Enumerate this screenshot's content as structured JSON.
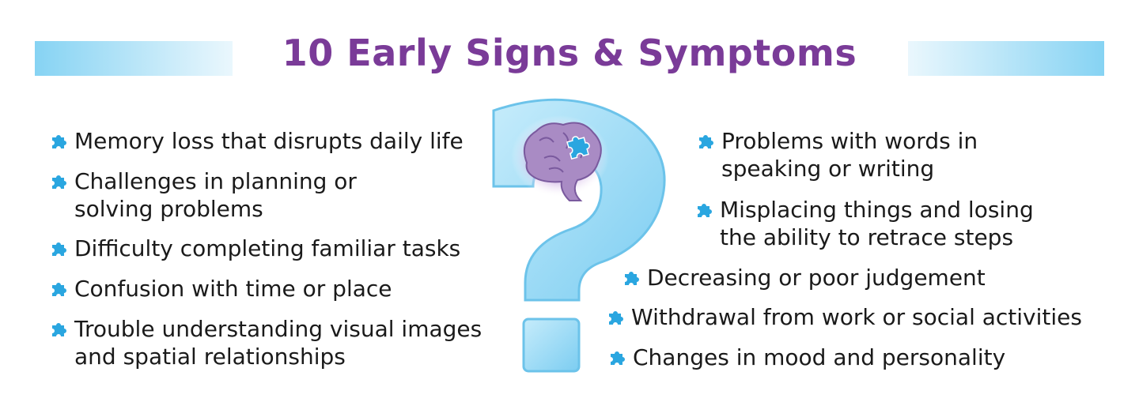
{
  "title": "10 Early Signs & Symptoms",
  "colors": {
    "title": "#7a3b98",
    "accent_blue": "#86d3f3",
    "puzzle_blue": "#2aa6e0",
    "brain_purple": "#a98bc4"
  },
  "icons": {
    "bullet": "puzzle-piece-icon",
    "center": "question-mark-brain-icon"
  },
  "left_signs": [
    {
      "lines": [
        "Memory loss that disrupts daily life"
      ]
    },
    {
      "lines": [
        "Challenges in planning or",
        "solving problems"
      ]
    },
    {
      "lines": [
        "Difficulty completing familiar tasks"
      ]
    },
    {
      "lines": [
        "Confusion with time or place"
      ]
    },
    {
      "lines": [
        "Trouble understanding visual images",
        "and spatial relationships"
      ]
    }
  ],
  "right_signs": [
    {
      "lines": [
        "Problems with words in",
        "speaking or writing"
      ]
    },
    {
      "lines": [
        "Misplacing things and losing",
        "the ability to retrace steps"
      ]
    },
    {
      "lines": [
        "Decreasing or poor judgement"
      ]
    },
    {
      "lines": [
        "Withdrawal from work or social activities"
      ]
    },
    {
      "lines": [
        "Changes in mood and personality"
      ]
    }
  ]
}
